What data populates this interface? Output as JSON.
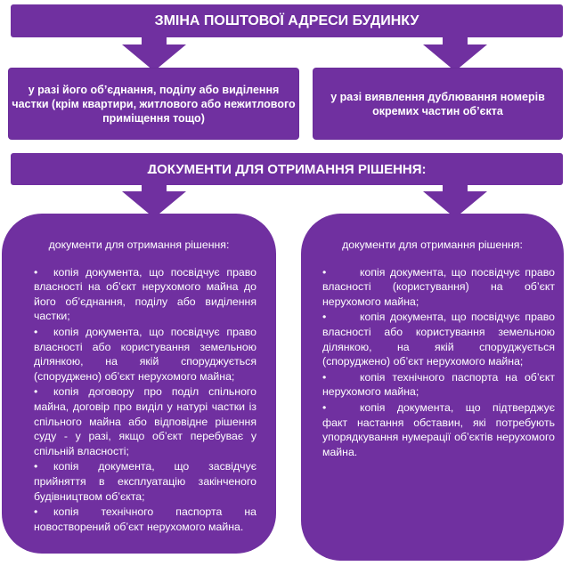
{
  "title_top": "ЗМІНА ПОШТОВОЇ АДРЕСИ БУДИНКУ",
  "case_left": "у разі його об’єднання, поділу або виділення частки (крім квартири, житлового або нежитлового приміщення тощо)",
  "case_right": "у разі виявлення дублювання номерів окремих частин об’єкта",
  "title_docs": "ДОКУМЕНТИ ДЛЯ ОТРИМАННЯ РІШЕННЯ:",
  "left_panel": {
    "heading": "документи для отримання рішення:",
    "items": [
      "копія документа, що посвідчує право власності на об’єкт нерухомого майна до його об’єднання, поділу або виділення частки;",
      "копія документа, що посвідчує право власності або користування земельною ділянкою, на якій споруджується (споруджено) об’єкт нерухомого майна;",
      "копія договору про поділ спільного майна, договір про виділ у натурі частки із спільного майна або відповідне рішення суду - у разі, якщо об’єкт перебуває у спільній власності;",
      "копія документа, що засвідчує прийняття в експлуатацію закінченого будівництвом об’єкта;",
      "копія технічного паспорта на новостворений об’єкт нерухомого майна."
    ]
  },
  "right_panel": {
    "heading": "документи для отримання рішення:",
    "items": [
      "копія документа, що посвідчує право власності (користування) на об’єкт нерухомого майна;",
      "копія документа, що посвідчує право власності або користування земельною ділянкою, на якій споруджується (споруджено) об’єкт нерухомого майна;",
      "копія технічного паспорта на об’єкт нерухомого майна;",
      "копія документа, що підтверджує факт настання обставин, які потребують упорядкування нумерації об’єктів нерухомого майна."
    ]
  },
  "bullet": "•",
  "colors": {
    "accent": "#7030a0",
    "text": "#ffffff",
    "background": "#ffffff"
  }
}
